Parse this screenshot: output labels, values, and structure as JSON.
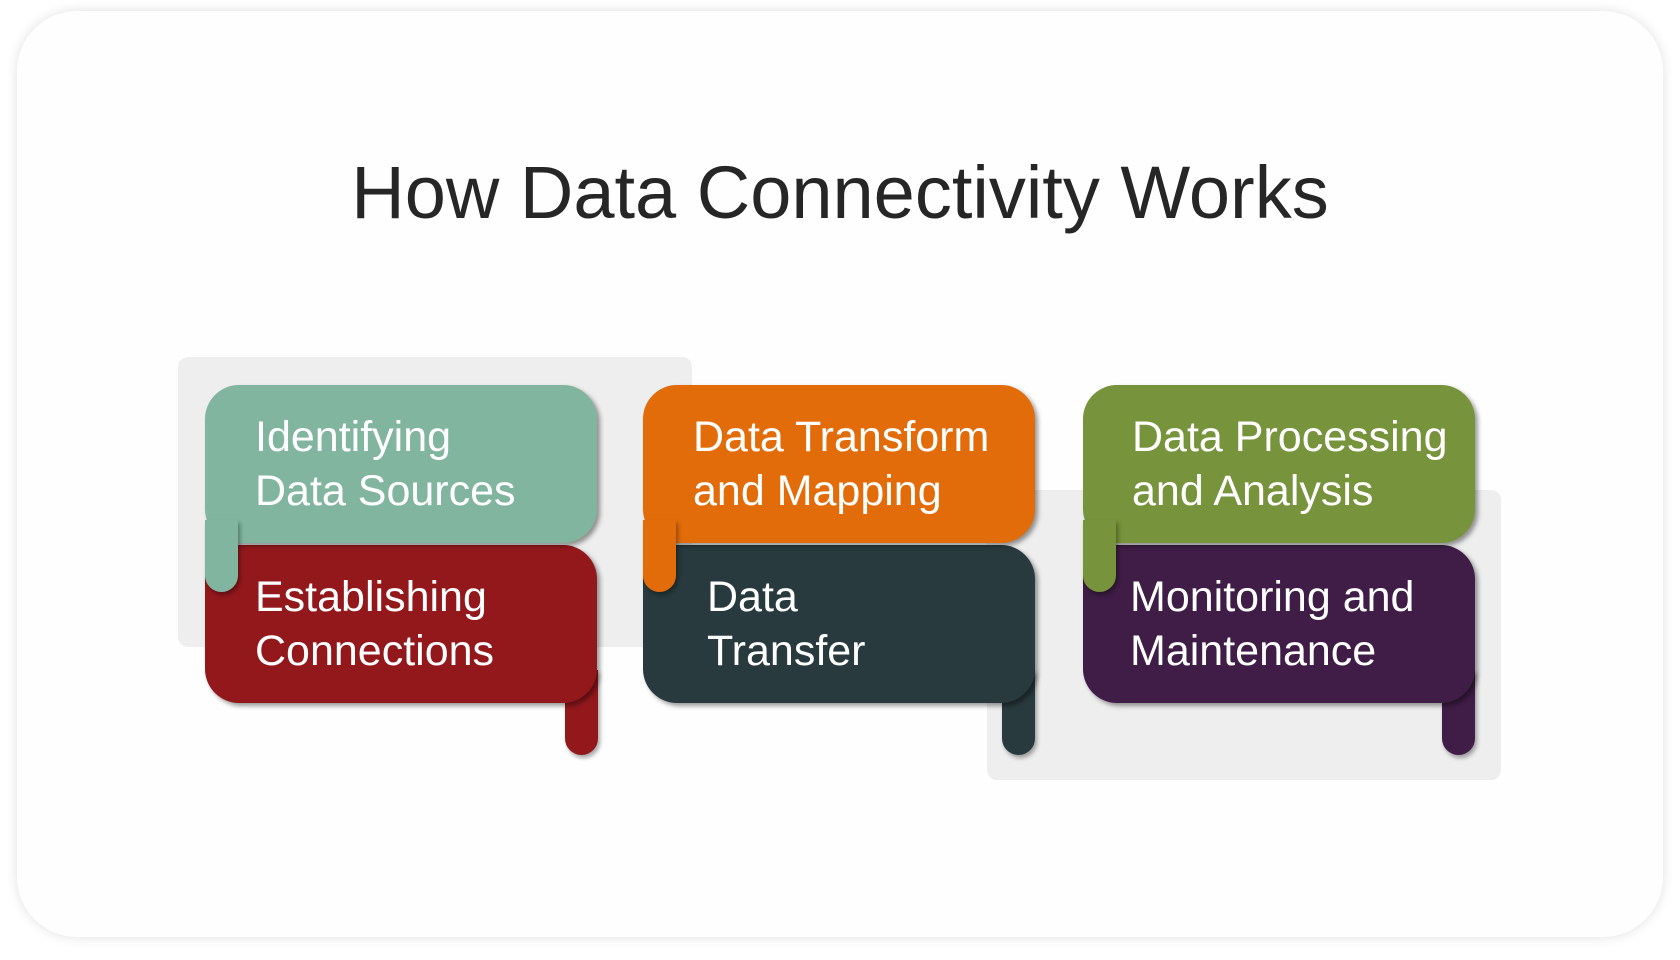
{
  "title": "How Data Connectivity Works",
  "colors": {
    "background_panel": "#eeeeee",
    "step1": "#82b5a0",
    "step2": "#93181c",
    "step3": "#e36c0a",
    "step4": "#283a3d",
    "step5": "#77933c",
    "step6": "#3f1d46"
  },
  "steps": [
    {
      "line1": "Identifying",
      "line2": "Data Sources"
    },
    {
      "line1": "Establishing",
      "line2": "Connections"
    },
    {
      "line1": "Data Transform",
      "line2": "and Mapping"
    },
    {
      "line1": "Data",
      "line2": "Transfer"
    },
    {
      "line1": "Data Processing",
      "line2": "and Analysis"
    },
    {
      "line1": "Monitoring and",
      "line2": "Maintenance"
    }
  ]
}
